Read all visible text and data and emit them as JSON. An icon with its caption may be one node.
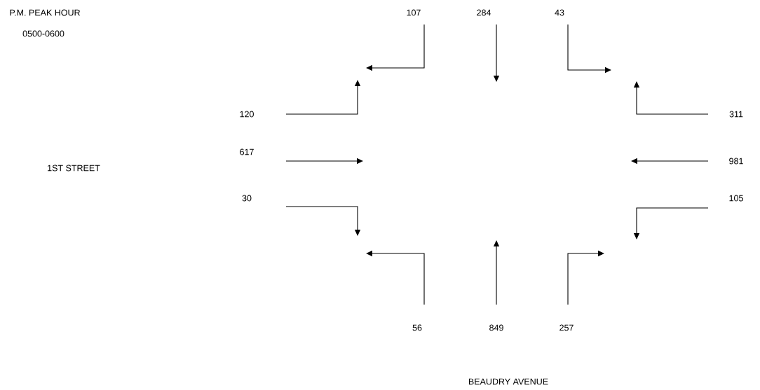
{
  "diagram": {
    "title": "P.M. PEAK HOUR",
    "labels": [
      "0500-0600",
      "107",
      "284",
      "43",
      "120",
      "311",
      "617",
      "1ST STREET",
      "981",
      "30",
      "105",
      "56",
      "849",
      "257",
      "BEAUDRY AVENUE"
    ]
  }
}
